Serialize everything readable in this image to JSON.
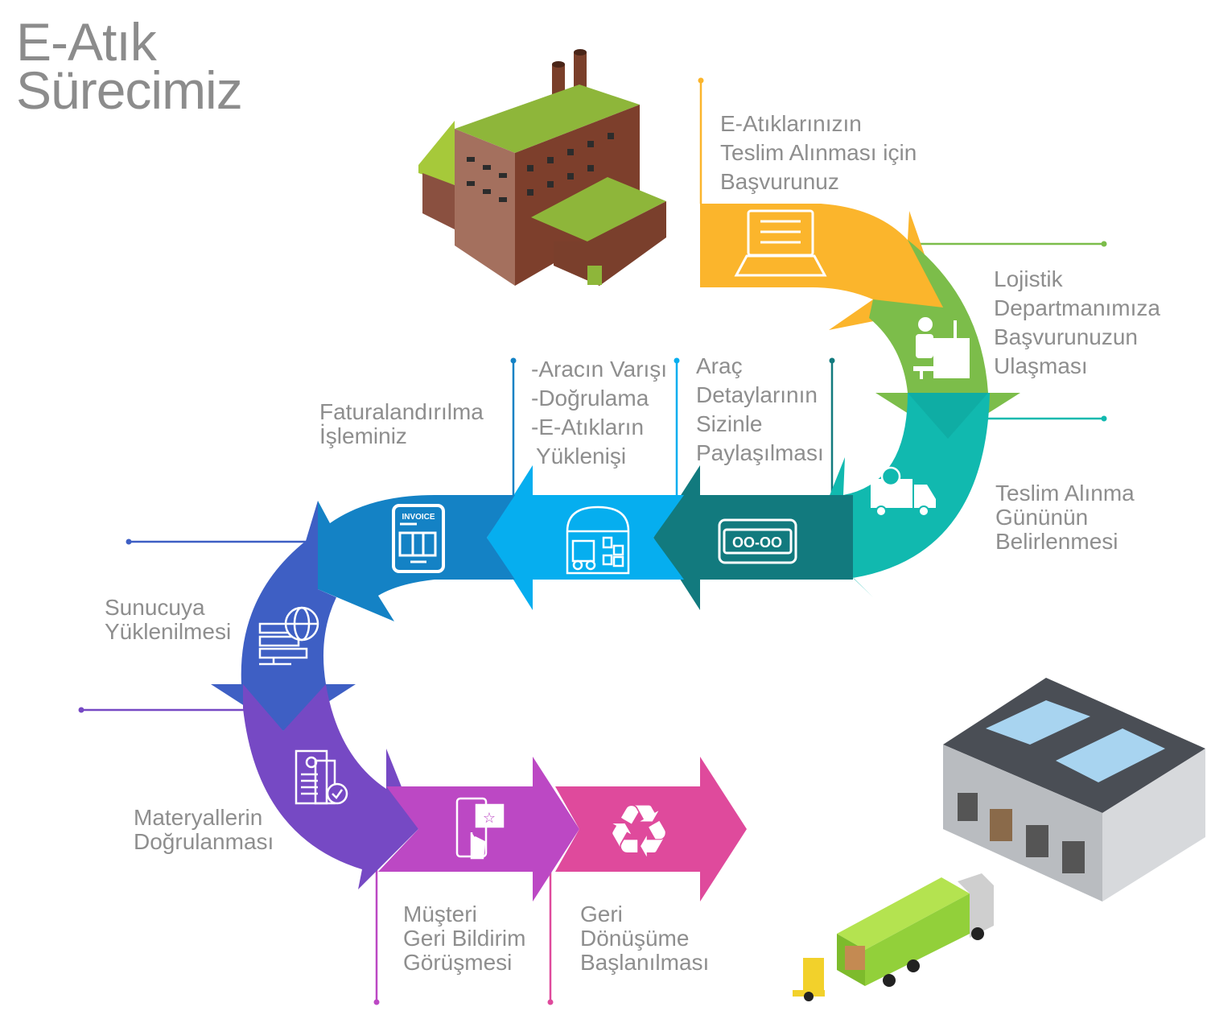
{
  "title": {
    "line1": "E-Atık",
    "line2": "Sürecimiz"
  },
  "steps": [
    {
      "id": "application",
      "lines": [
        "E-Atıklarınızın",
        "Teslim Alınması için",
        "Başvurunuz"
      ],
      "color": "#FBB52C",
      "icon": "laptop-form-icon"
    },
    {
      "id": "logistics",
      "lines": [
        "Lojistik",
        "Departmanımıza",
        "Başvurunuzun",
        "Ulaşması"
      ],
      "color": "#7CBD4A",
      "icon": "office-worker-icon"
    },
    {
      "id": "pickup-date",
      "lines": [
        "Teslim Alınma",
        "Gününün",
        "Belirlenmesi"
      ],
      "color": "#11B9AF",
      "icon": "delivery-truck-clock-icon"
    },
    {
      "id": "vehicle-details",
      "lines": [
        "Araç",
        "Detaylarının",
        "Sizinle",
        "Paylaşılması"
      ],
      "color": "#127A7E",
      "icon": "license-plate-icon"
    },
    {
      "id": "arrival",
      "lines": [
        "-Aracın Varışı",
        "-Doğrulama",
        "-E-Atıkların",
        "Yüklenişi"
      ],
      "color": "#06AEEF",
      "icon": "warehouse-forklift-icon"
    },
    {
      "id": "invoicing",
      "lines": [
        "Faturalandırılma",
        "İşleminiz"
      ],
      "color": "#1482C5",
      "icon": "invoice-icon",
      "icon_text": "INVOICE"
    },
    {
      "id": "server-upload",
      "lines": [
        "Sunucuya",
        "Yüklenilmesi"
      ],
      "color": "#3E5FC4",
      "icon": "server-globe-icon"
    },
    {
      "id": "verification",
      "lines": [
        "Materyallerin",
        "Doğrulanması"
      ],
      "color": "#7649C4",
      "icon": "document-check-icon"
    },
    {
      "id": "feedback",
      "lines": [
        "Müşteri",
        "Geri Bildirim",
        "Görüşmesi"
      ],
      "color": "#BC48C4",
      "icon": "phone-rating-icon"
    },
    {
      "id": "recycling",
      "lines": [
        "Geri",
        "Dönüşüme",
        "Başlanılması"
      ],
      "color": "#DF4A9C",
      "icon": "recycle-icon"
    }
  ]
}
